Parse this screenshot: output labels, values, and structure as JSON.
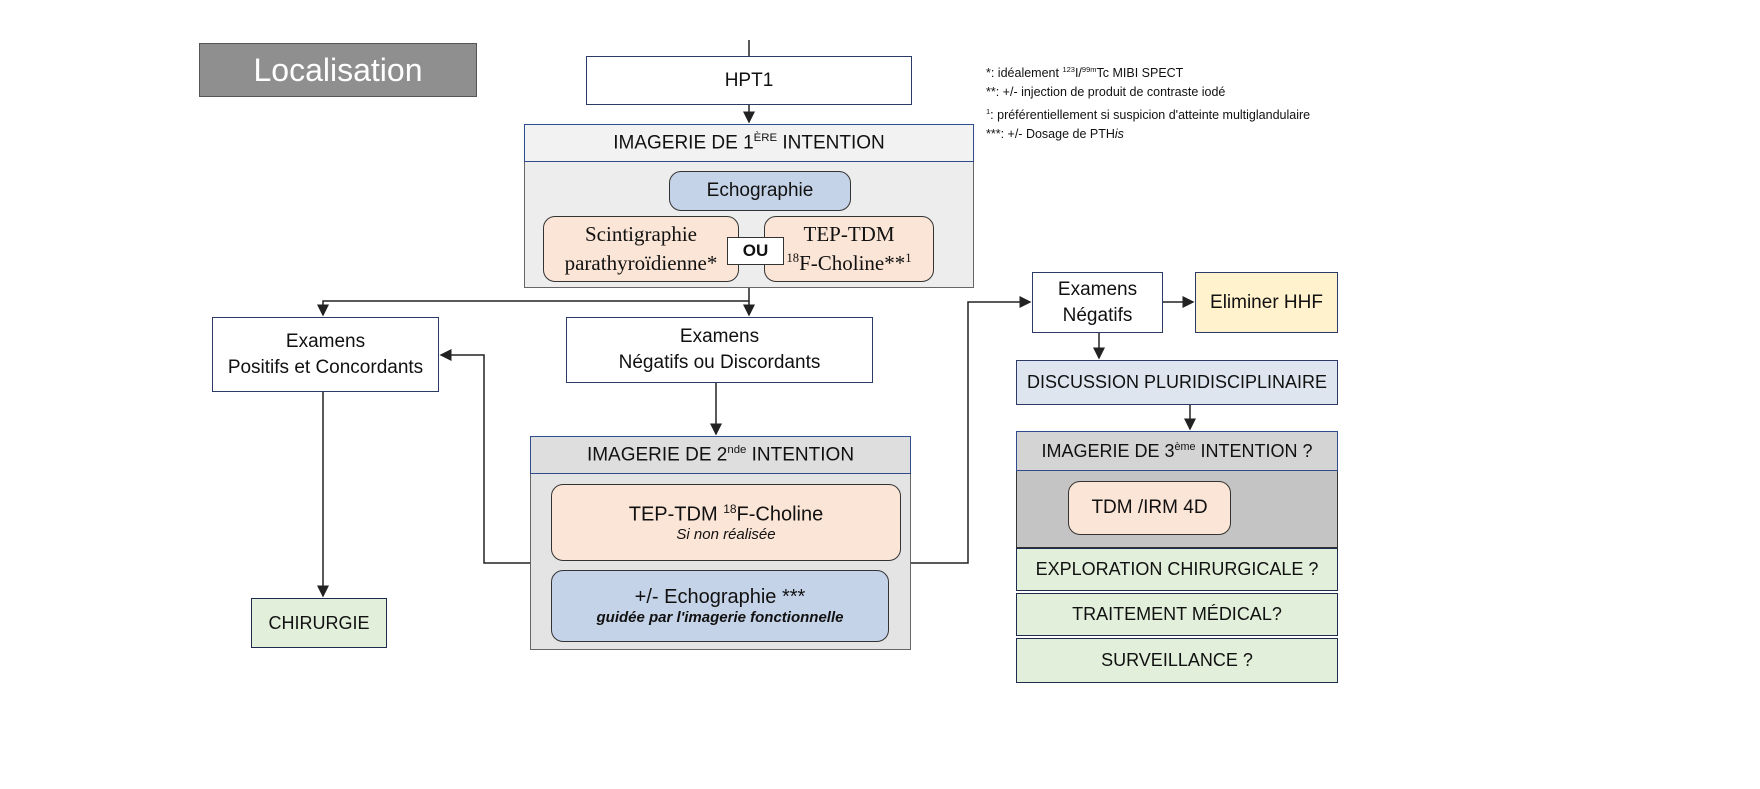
{
  "title": "Localisation",
  "notes": [
    {
      "mark": "*: idéalement ",
      "sup1": "123",
      "mid": "I/",
      "sup2": "99m",
      "rest": "Tc MIBI SPECT"
    },
    {
      "text": "**: +/- injection de produit de contraste iodé"
    },
    {
      "sup": "1",
      "text": ": préférentiellement si suspicion d'atteinte multiglandulaire"
    },
    {
      "text": "***: +/- Dosage de PTH",
      "italic": "is"
    }
  ],
  "hpt1": "HPT1",
  "first": {
    "pre": "IMAGERIE DE 1",
    "sup": "ÈRE",
    "post": " INTENTION",
    "echo": "Echographie",
    "scinti1": "Scintigraphie",
    "scinti2": "parathyroïdienne*",
    "ou": "OU",
    "tep1": "TEP-TDM",
    "tep2sup": "18",
    "tep2": "F-Choline**",
    "tep2sup2": "1"
  },
  "pos": {
    "l1": "Examens",
    "l2": "Positifs et Concordants"
  },
  "neg": {
    "l1": "Examens",
    "l2": "Négatifs ou Discordants"
  },
  "chir": "CHIRURGIE",
  "second": {
    "pre": "IMAGERIE DE 2",
    "sup": "nde",
    "post": " INTENTION",
    "tep_pre": "TEP-TDM ",
    "tep_sup": "18",
    "tep_post": "F-Choline",
    "tep_sub": "Si non réalisée",
    "echo": "+/- Echographie ***",
    "echo_sub": "guidée par l'imagerie fonctionnelle"
  },
  "negR": {
    "l1": "Examens",
    "l2": "Négatifs"
  },
  "hhf": "Eliminer HHF",
  "discussion": "DISCUSSION PLURIDISCIPLINAIRE",
  "third": {
    "pre": "IMAGERIE DE 3",
    "sup": "ème",
    "post": " INTENTION ?",
    "tdm": "TDM /IRM 4D"
  },
  "options": [
    "EXPLORATION CHIRURGICALE ?",
    "TRAITEMENT MÉDICAL?",
    "SURVEILLANCE ?"
  ]
}
